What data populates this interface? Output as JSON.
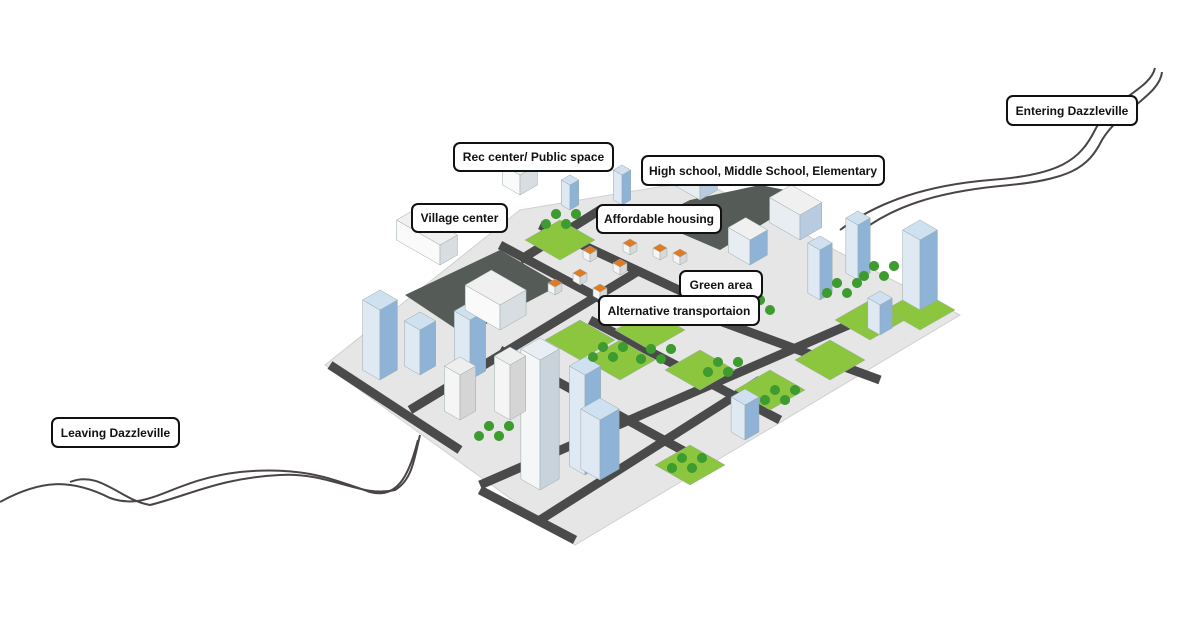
{
  "labels": {
    "rec_center": "Rec center/ Public space",
    "village_center": "Village center",
    "schools": "High school, Middle School, Elementary",
    "affordable_housing": "Affordable housing",
    "green_area": "Green area",
    "alt_transport": "Alternative transportaion",
    "entering": "Entering Dazzleville",
    "leaving": "Leaving Dazzleville"
  },
  "colors": {
    "road": "#4a4a4a",
    "ground": "#e6e6e6",
    "grass": "#8cc63f",
    "tree": "#3e9b2f",
    "building": "#dfe9f3",
    "glass": "#8fb3d6",
    "roof_orange": "#e07b22",
    "parking": "#555c58",
    "path": "#4a4545"
  }
}
